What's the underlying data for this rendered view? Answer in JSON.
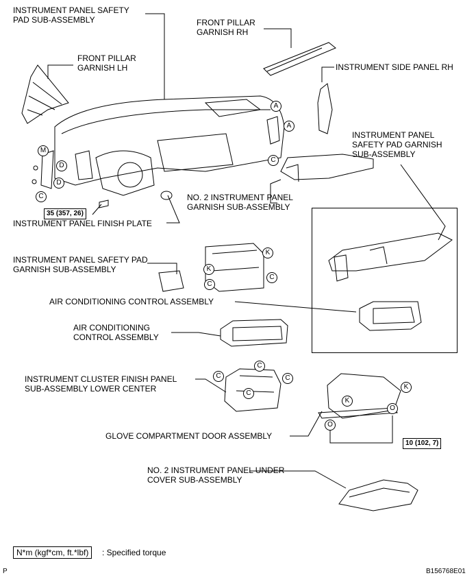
{
  "labels": {
    "ip_safety_pad_sub": [
      "INSTRUMENT PANEL SAFETY",
      "PAD SUB-ASSEMBLY"
    ],
    "front_pillar_rh": [
      "FRONT PILLAR",
      "GARNISH RH"
    ],
    "front_pillar_lh": [
      "FRONT PILLAR",
      "GARNISH LH"
    ],
    "instrument_side_panel_rh": [
      "INSTRUMENT SIDE PANEL RH"
    ],
    "ip_safety_pad_garnish_sub_right": [
      "INSTRUMENT PANEL",
      "SAFETY PAD GARNISH",
      "SUB-ASSEMBLY"
    ],
    "no2_ip_garnish_sub": [
      "NO. 2 INSTRUMENT PANEL",
      "GARNISH SUB-ASSEMBLY"
    ],
    "ip_finish_plate": [
      "INSTRUMENT PANEL FINISH PLATE"
    ],
    "nav_box_title": "w/o LEXUS Navigation System:",
    "ip_safety_pad_garnish_sub_left": [
      "INSTRUMENT PANEL SAFETY PAD",
      "GARNISH SUB-ASSEMBLY"
    ],
    "ac_control_assy_1": [
      "AIR CONDITIONING CONTROL ASSEMBLY"
    ],
    "ac_control_assy_2": [
      "AIR CONDITIONING",
      "CONTROL ASSEMBLY"
    ],
    "cluster_finish_panel": [
      "INSTRUMENT CLUSTER FINISH PANEL",
      "SUB-ASSEMBLY LOWER CENTER"
    ],
    "glove_door": [
      "GLOVE COMPARTMENT DOOR ASSEMBLY"
    ],
    "no2_under_cover": [
      "NO. 2 INSTRUMENT PANEL UNDER",
      "COVER SUB-ASSEMBLY"
    ]
  },
  "torques": {
    "finish_plate": "35 (357, 26)",
    "glove_door": "10 (102, 7)"
  },
  "markers": {
    "A": "A",
    "C": "C",
    "D": "D",
    "M": "M",
    "K": "K",
    "O": "O"
  },
  "legend": {
    "units": "N*m (kgf*cm, ft.*lbf)",
    "text": ": Specified torque"
  },
  "footer": {
    "left": "P",
    "right": "B156768E01"
  }
}
